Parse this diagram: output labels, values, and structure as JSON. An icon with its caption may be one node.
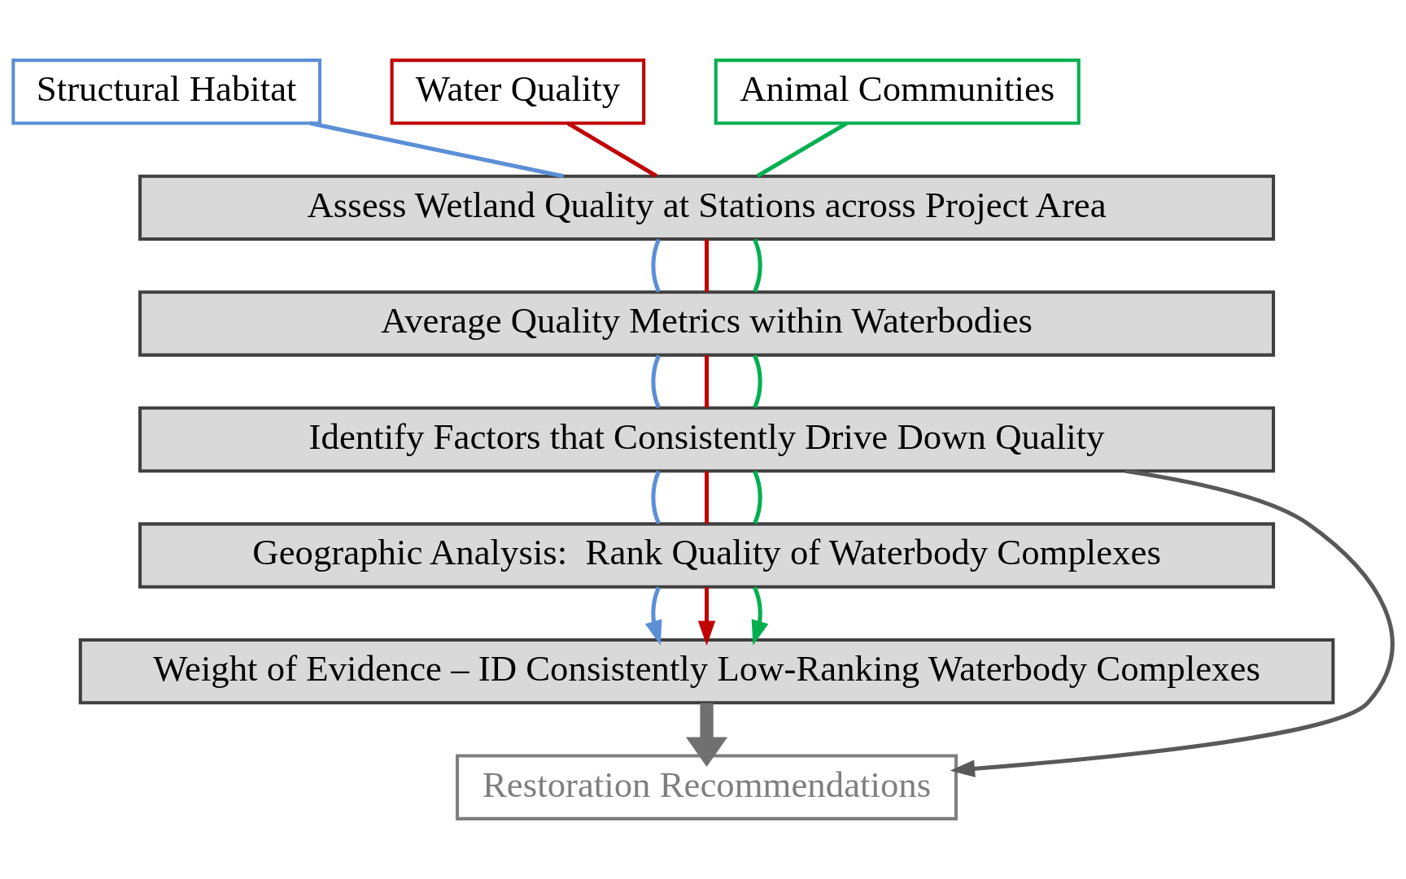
{
  "diagram": {
    "nodes": [
      {
        "text": [
          "Structural Habitat"
        ]
      },
      {
        "text": [
          "Water Quality"
        ]
      },
      {
        "text": [
          "Animal Communities"
        ]
      },
      {
        "text": [
          "Assess Wetland Quality at Stations across Project Area"
        ]
      },
      {
        "text": [
          "Average Quality Metrics within Waterbodies"
        ]
      },
      {
        "text": [
          "Identify Factors that Consistently Drive Down Quality"
        ]
      },
      {
        "text": [
          "Geographic Analysis:  Rank Quality of Waterbody Complexes"
        ]
      },
      {
        "text": [
          "Weight of Evidence – ID Consistently Low-Ranking Waterbody Complexes"
        ]
      },
      {
        "text": [
          "Restoration Recommendations"
        ]
      }
    ],
    "edges": [
      {
        "from": 0,
        "to": 3,
        "arrow": "none",
        "color": "#5b8fd6"
      },
      {
        "from": 1,
        "to": 3,
        "arrow": "none",
        "color": "#c00000"
      },
      {
        "from": 2,
        "to": 3,
        "arrow": "none",
        "color": "#00b050"
      },
      {
        "from": 3,
        "to": 4,
        "arrow": "none",
        "color": "#5b8fd6"
      },
      {
        "from": 3,
        "to": 4,
        "arrow": "none",
        "color": "#c00000"
      },
      {
        "from": 3,
        "to": 4,
        "arrow": "none",
        "color": "#00b050"
      },
      {
        "from": 4,
        "to": 5,
        "arrow": "none",
        "color": "#5b8fd6"
      },
      {
        "from": 4,
        "to": 5,
        "arrow": "none",
        "color": "#c00000"
      },
      {
        "from": 4,
        "to": 5,
        "arrow": "none",
        "color": "#00b050"
      },
      {
        "from": 5,
        "to": 6,
        "arrow": "none",
        "color": "#5b8fd6"
      },
      {
        "from": 5,
        "to": 6,
        "arrow": "none",
        "color": "#c00000"
      },
      {
        "from": 5,
        "to": 6,
        "arrow": "none",
        "color": "#00b050"
      },
      {
        "from": 6,
        "to": 7,
        "arrow": "to",
        "color": "#5b8fd6"
      },
      {
        "from": 6,
        "to": 7,
        "arrow": "to",
        "color": "#c00000"
      },
      {
        "from": 6,
        "to": 7,
        "arrow": "to",
        "color": "#00b050"
      },
      {
        "from": 7,
        "to": 8,
        "arrow": "to",
        "style": "thick",
        "color": "#707070"
      },
      {
        "from": 5,
        "to": 8,
        "arrow": "to",
        "color": "#595959"
      }
    ]
  }
}
